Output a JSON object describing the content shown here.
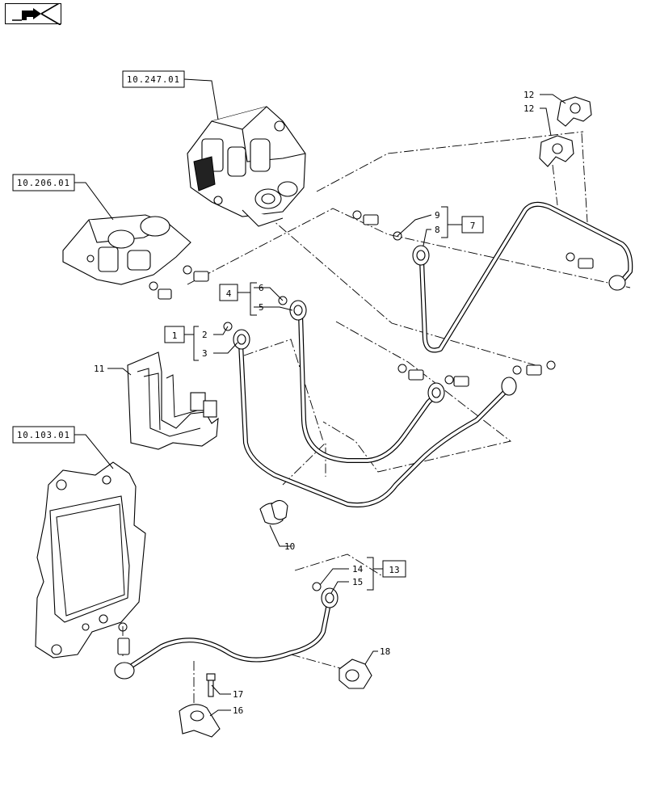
{
  "nav": {
    "icon": "return-arrow-icon"
  },
  "references": [
    {
      "id": "ref-pump",
      "label": "10.247.01"
    },
    {
      "id": "ref-filter",
      "label": "10.206.01"
    },
    {
      "id": "ref-ecu",
      "label": "10.103.01"
    }
  ],
  "kits": [
    {
      "id": "kit-1",
      "label": "1",
      "items": [
        "2",
        "3"
      ]
    },
    {
      "id": "kit-4",
      "label": "4",
      "items": [
        "6",
        "5"
      ]
    },
    {
      "id": "kit-7",
      "label": "7",
      "items": [
        "9",
        "8"
      ]
    },
    {
      "id": "kit-13",
      "label": "13",
      "items": [
        "14",
        "15"
      ]
    }
  ],
  "callouts": {
    "c10": "10",
    "c11": "11",
    "c12a": "12",
    "c12b": "12",
    "c16": "16",
    "c17": "17",
    "c18": "18"
  },
  "colors": {
    "ink": "#000000",
    "paper": "#ffffff"
  }
}
